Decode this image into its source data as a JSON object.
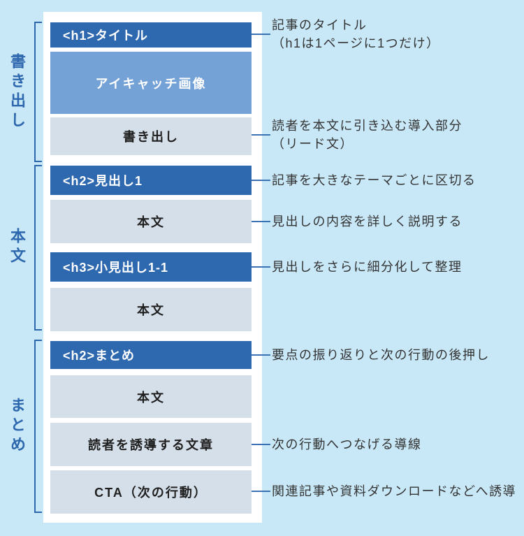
{
  "palette": {
    "background": "#c9e8f7",
    "panel": "#ffffff",
    "heading_box": "#2e68af",
    "image_box": "#74a1d6",
    "content_box": "#d5dfe9",
    "accent_blue": "#2d67ae",
    "connector": "#3b72b4",
    "annotation_text": "#333333"
  },
  "sections": [
    {
      "label": "書き出し"
    },
    {
      "label": "本文"
    },
    {
      "label": "まとめ"
    }
  ],
  "boxes": [
    {
      "label": "<h1>タイトル",
      "type": "heading"
    },
    {
      "label": "アイキャッチ画像",
      "type": "image"
    },
    {
      "label": "書き出し",
      "type": "content"
    },
    {
      "label": "<h2>見出し1",
      "type": "heading"
    },
    {
      "label": "本文",
      "type": "content"
    },
    {
      "label": "<h3>小見出し1-1",
      "type": "heading"
    },
    {
      "label": "本文",
      "type": "content"
    },
    {
      "label": "<h2>まとめ",
      "type": "heading"
    },
    {
      "label": "本文",
      "type": "content"
    },
    {
      "label": "読者を誘導する文章",
      "type": "content"
    },
    {
      "label": "CTA（次の行動）",
      "type": "content"
    }
  ],
  "annotations": [
    {
      "line1": "記事のタイトル",
      "line2": "（h1は1ページに1つだけ）"
    },
    {
      "line1": "読者を本文に引き込む導入部分",
      "line2": "（リード文）"
    },
    {
      "line1": "記事を大きなテーマごとに区切る"
    },
    {
      "line1": "見出しの内容を詳しく説明する"
    },
    {
      "line1": "見出しをさらに細分化して整理"
    },
    {
      "line1": "要点の振り返りと次の行動の後押し"
    },
    {
      "line1": "次の行動へつなげる導線"
    },
    {
      "line1": "関連記事や資料ダウンロードなどへ誘導"
    }
  ]
}
